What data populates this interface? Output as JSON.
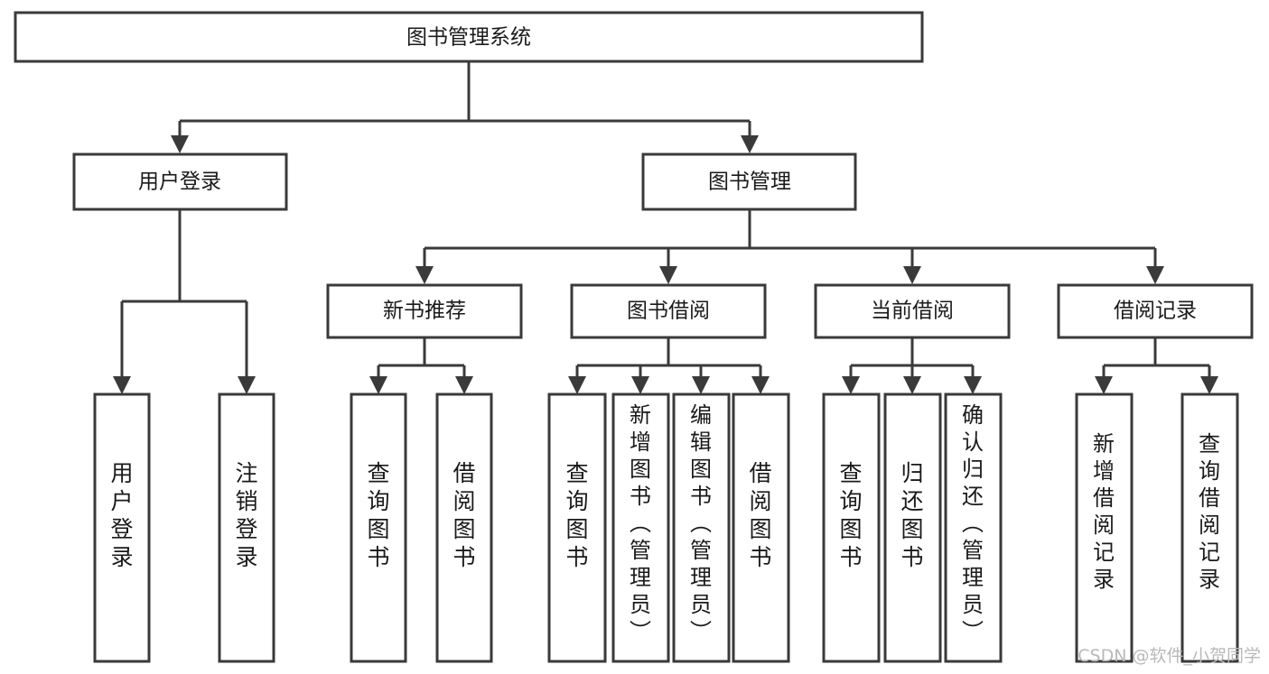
{
  "diagram": {
    "title": "图书管理系统",
    "type": "function-structure-tree",
    "root": {
      "id": "root",
      "label": "图书管理系统"
    },
    "level2": [
      {
        "id": "user-login",
        "label": "用户登录"
      },
      {
        "id": "book-manage",
        "label": "图书管理"
      }
    ],
    "level3": [
      {
        "id": "new-book-recommend",
        "label": "新书推荐",
        "parent": "book-manage"
      },
      {
        "id": "book-borrow",
        "label": "图书借阅",
        "parent": "book-manage"
      },
      {
        "id": "current-borrow",
        "label": "当前借阅",
        "parent": "book-manage"
      },
      {
        "id": "borrow-record",
        "label": "借阅记录",
        "parent": "book-manage"
      }
    ],
    "leaves": [
      {
        "id": "leaf-user-login",
        "label": "用户登录",
        "parent": "user-login"
      },
      {
        "id": "leaf-logout-login",
        "label": "注销登录",
        "parent": "user-login"
      },
      {
        "id": "leaf-query-book-1",
        "label": "查询图书",
        "parent": "new-book-recommend"
      },
      {
        "id": "leaf-borrow-book-1",
        "label": "借阅图书",
        "parent": "new-book-recommend"
      },
      {
        "id": "leaf-query-book-2",
        "label": "查询图书",
        "parent": "book-borrow"
      },
      {
        "id": "leaf-add-book",
        "label": "新增图书（管理员）",
        "parent": "book-borrow"
      },
      {
        "id": "leaf-edit-book",
        "label": "编辑图书（管理员）",
        "parent": "book-borrow"
      },
      {
        "id": "leaf-borrow-book-2",
        "label": "借阅图书",
        "parent": "book-borrow"
      },
      {
        "id": "leaf-query-book-3",
        "label": "查询图书",
        "parent": "current-borrow"
      },
      {
        "id": "leaf-return-book",
        "label": "归还图书",
        "parent": "current-borrow"
      },
      {
        "id": "leaf-confirm-return",
        "label": "确认归还（管理员）",
        "parent": "current-borrow"
      },
      {
        "id": "leaf-add-record",
        "label": "新增借阅记录",
        "parent": "borrow-record"
      },
      {
        "id": "leaf-query-record",
        "label": "查询借阅记录",
        "parent": "borrow-record"
      }
    ],
    "colors": {
      "stroke": "#3a3a3a",
      "fill": "#ffffff",
      "text": "#1a1a1a",
      "watermark": "#b9b9b9"
    }
  },
  "watermark": {
    "text": "CSDN @软件_小贺同学"
  }
}
